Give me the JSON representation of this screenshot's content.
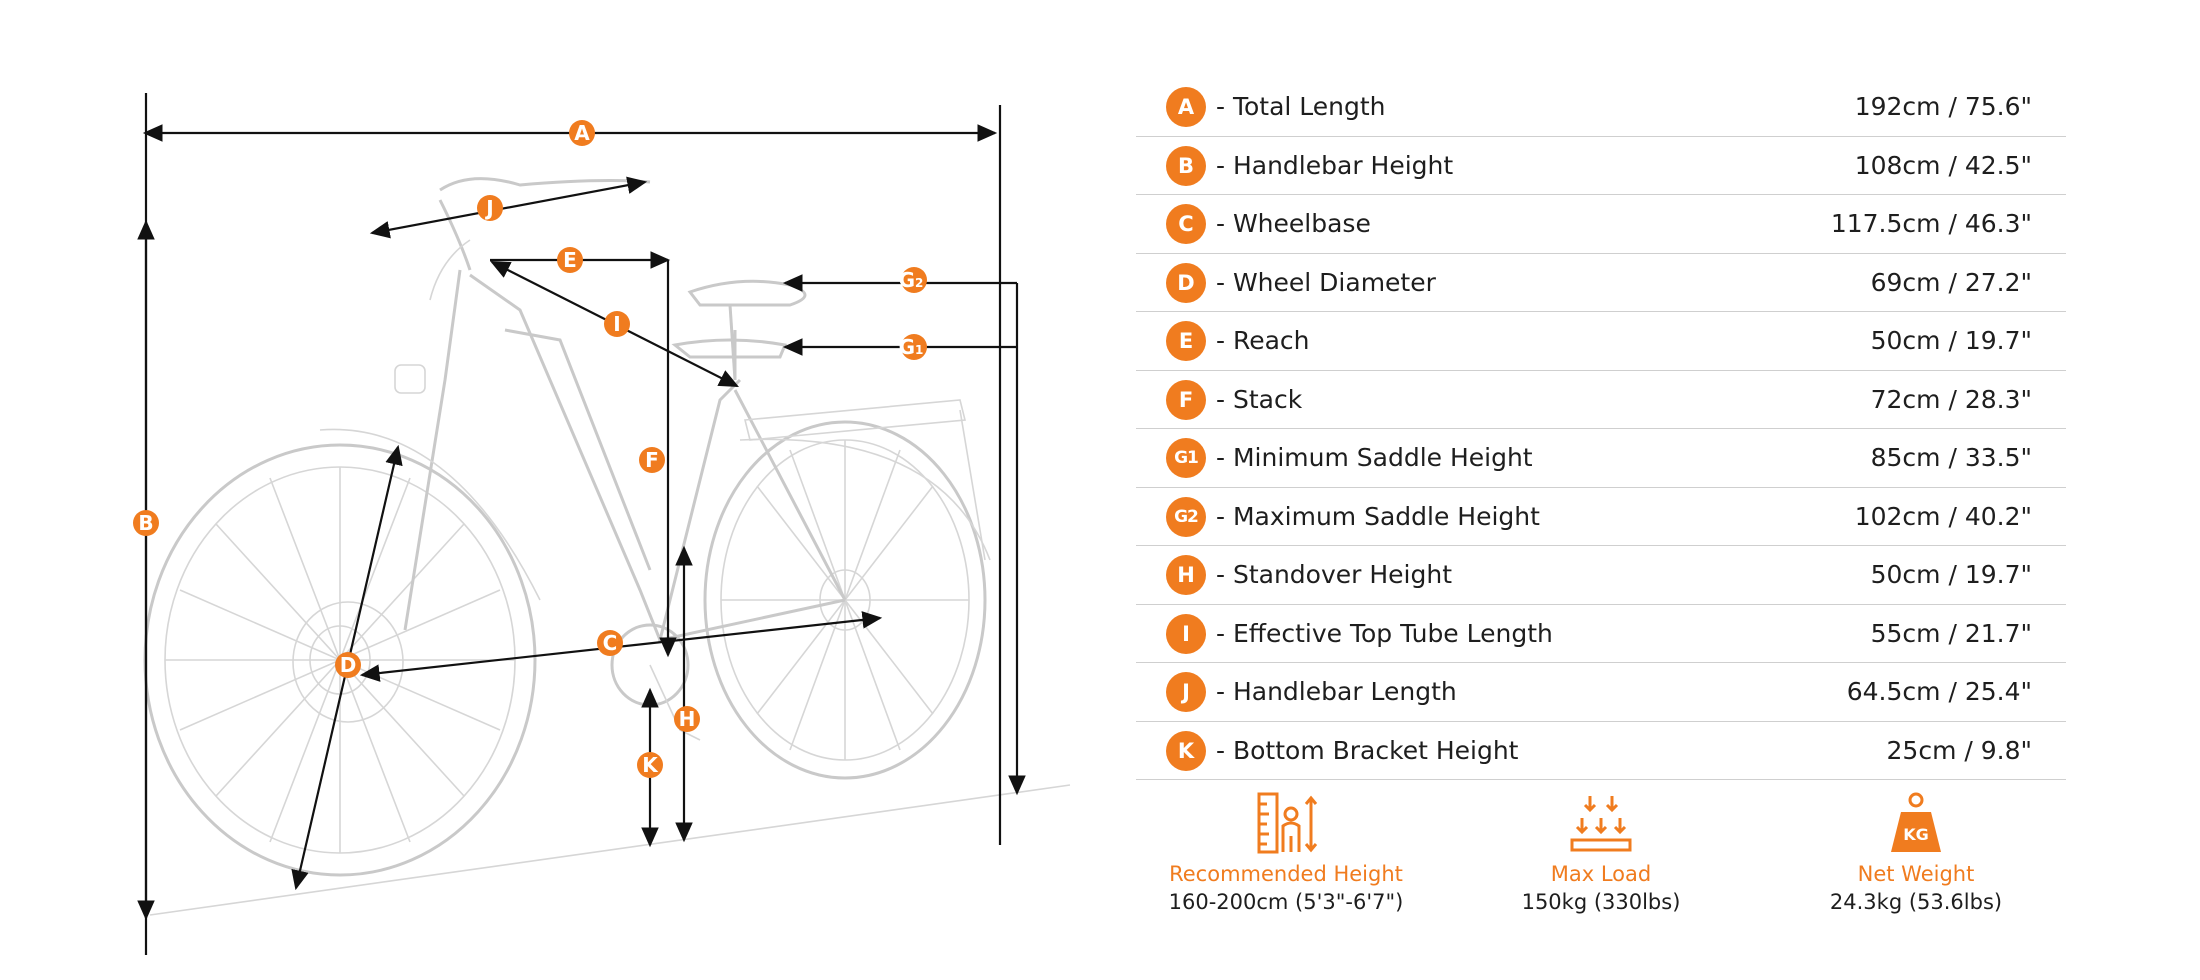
{
  "diagram": {
    "markers": [
      {
        "id": "A"
      },
      {
        "id": "B"
      },
      {
        "id": "C"
      },
      {
        "id": "D"
      },
      {
        "id": "E"
      },
      {
        "id": "F"
      },
      {
        "id": "G",
        "sub": "2"
      },
      {
        "id": "G",
        "sub": "1"
      },
      {
        "id": "H"
      },
      {
        "id": "I"
      },
      {
        "id": "J"
      },
      {
        "id": "K"
      }
    ]
  },
  "specs": [
    {
      "badge": "A",
      "label": "- Total Length",
      "value": "192cm / 75.6\""
    },
    {
      "badge": "B",
      "label": "- Handlebar Height",
      "value": "108cm / 42.5\""
    },
    {
      "badge": "C",
      "label": "- Wheelbase",
      "value": "117.5cm / 46.3\""
    },
    {
      "badge": "D",
      "label": "- Wheel Diameter",
      "value": "69cm / 27.2\""
    },
    {
      "badge": "E",
      "label": "- Reach",
      "value": "50cm / 19.7\""
    },
    {
      "badge": "F",
      "label": "- Stack",
      "value": "72cm / 28.3\""
    },
    {
      "badge": "G1",
      "label": "- Minimum Saddle Height",
      "value": "85cm / 33.5\""
    },
    {
      "badge": "G2",
      "label": "- Maximum Saddle Height",
      "value": "102cm / 40.2\""
    },
    {
      "badge": "H",
      "label": "- Standover Height",
      "value": "50cm / 19.7\""
    },
    {
      "badge": "I",
      "label": "- Effective Top Tube Length",
      "value": "55cm / 21.7\""
    },
    {
      "badge": "J",
      "label": "- Handlebar Length",
      "value": "64.5cm / 25.4\""
    },
    {
      "badge": "K",
      "label": "- Bottom Bracket Height",
      "value": "25cm / 9.8\""
    }
  ],
  "features": [
    {
      "icon": "height-ruler-person-icon",
      "title": "Recommended Height",
      "value": "160-200cm (5'3\"-6'7\")"
    },
    {
      "icon": "max-load-arrows-icon",
      "title": "Max Load",
      "value": "150kg (330lbs)"
    },
    {
      "icon": "kettlebell-weight-icon",
      "title": "Net Weight",
      "value": "24.3kg (53.6lbs)",
      "icon_text": "KG"
    }
  ],
  "colors": {
    "accent": "#f07c1f",
    "text": "#1e1e1e",
    "divider": "#cfcfcf"
  }
}
